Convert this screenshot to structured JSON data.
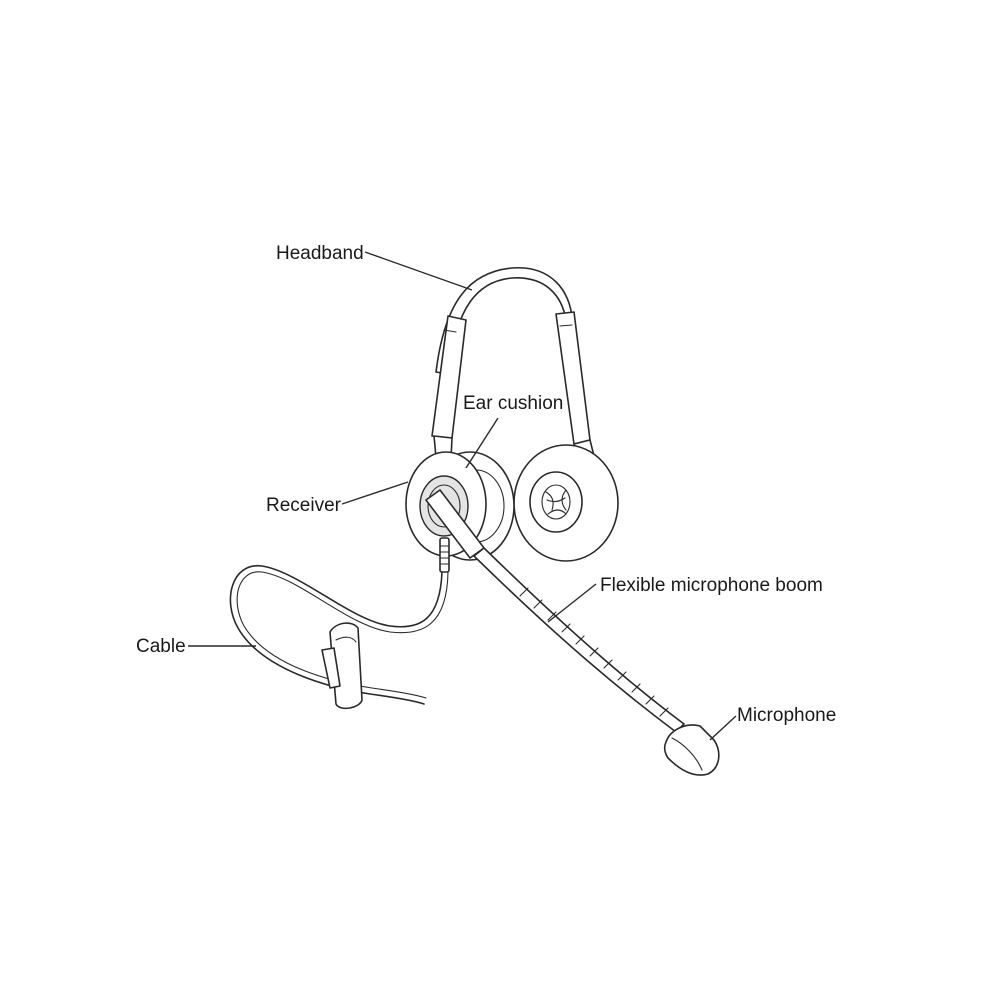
{
  "labels": {
    "headband": "Headband",
    "ear_cushion": "Ear cushion",
    "receiver": "Receiver",
    "cable": "Cable",
    "boom": "Flexible microphone boom",
    "microphone": "Microphone"
  }
}
